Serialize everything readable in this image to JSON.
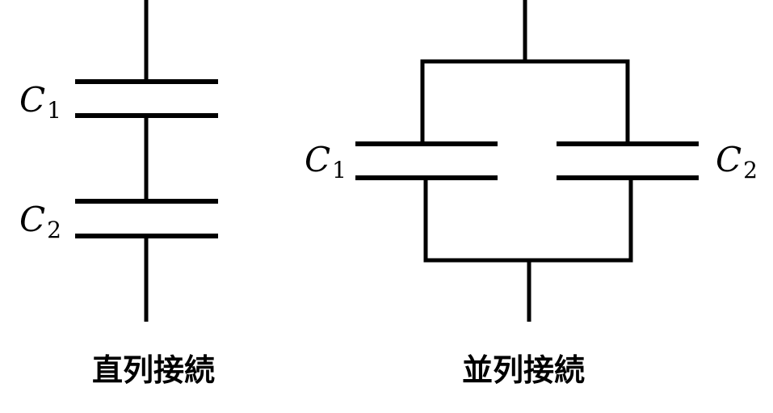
{
  "series_circuit": {
    "caption": "直列接続",
    "cap1": {
      "symbol": "C",
      "subscript": "1"
    },
    "cap2": {
      "symbol": "C",
      "subscript": "2"
    }
  },
  "parallel_circuit": {
    "caption": "並列接続",
    "cap1": {
      "symbol": "C",
      "subscript": "1"
    },
    "cap2": {
      "symbol": "C",
      "subscript": "2"
    }
  }
}
